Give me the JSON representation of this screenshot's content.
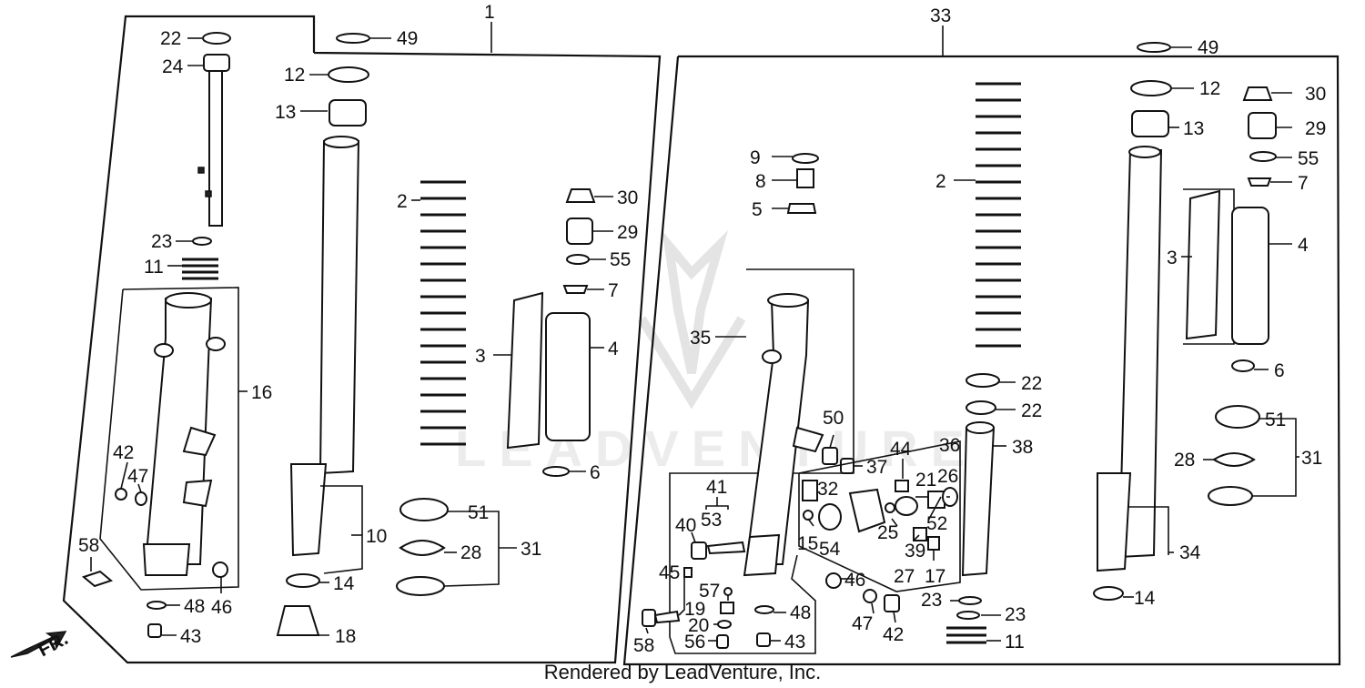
{
  "watermark": "LEADVENTURE",
  "footer": "Rendered by LeadVenture, Inc.",
  "direction_label": "FR.",
  "assemblies": {
    "left": "1",
    "right": "33"
  },
  "callouts": {
    "l22": "22",
    "l24": "24",
    "l49": "49",
    "l12": "12",
    "l13": "13",
    "l2": "2",
    "l30": "30",
    "l29": "29",
    "l55": "55",
    "l7": "7",
    "l23": "23",
    "l11": "11",
    "l3": "3",
    "l4": "4",
    "l16": "16",
    "l42": "42",
    "l47": "47",
    "l6": "6",
    "l10": "10",
    "l51": "51",
    "l28": "28",
    "l31": "31",
    "l58": "58",
    "l14": "14",
    "l46": "46",
    "l48": "48",
    "l43": "43",
    "l18": "18",
    "r49": "49",
    "r12": "12",
    "r30": "30",
    "r13": "13",
    "r29": "29",
    "r9": "9",
    "r8": "8",
    "r5": "5",
    "r2": "2",
    "r55": "55",
    "r7": "7",
    "r3": "3",
    "r4": "4",
    "r35": "35",
    "r6": "6",
    "r22a": "22",
    "r22b": "22",
    "r50": "50",
    "r38": "38",
    "r36": "36",
    "r44": "44",
    "r37": "37",
    "r51": "51",
    "r28": "28",
    "r31": "31",
    "r41": "41",
    "r32": "32",
    "r21": "21",
    "r26": "26",
    "r40": "40",
    "r53": "53",
    "r15": "15",
    "r54": "54",
    "r25": "25",
    "r52": "52",
    "r39": "39",
    "r27": "27",
    "r17": "17",
    "r34": "34",
    "r45": "45",
    "r46": "46",
    "r57": "57",
    "r19": "19",
    "r48": "48",
    "r23a": "23",
    "r23b": "23",
    "r14": "14",
    "r20": "20",
    "r47": "47",
    "r42": "42",
    "r58": "58",
    "r56": "56",
    "r43": "43",
    "r11": "11"
  }
}
